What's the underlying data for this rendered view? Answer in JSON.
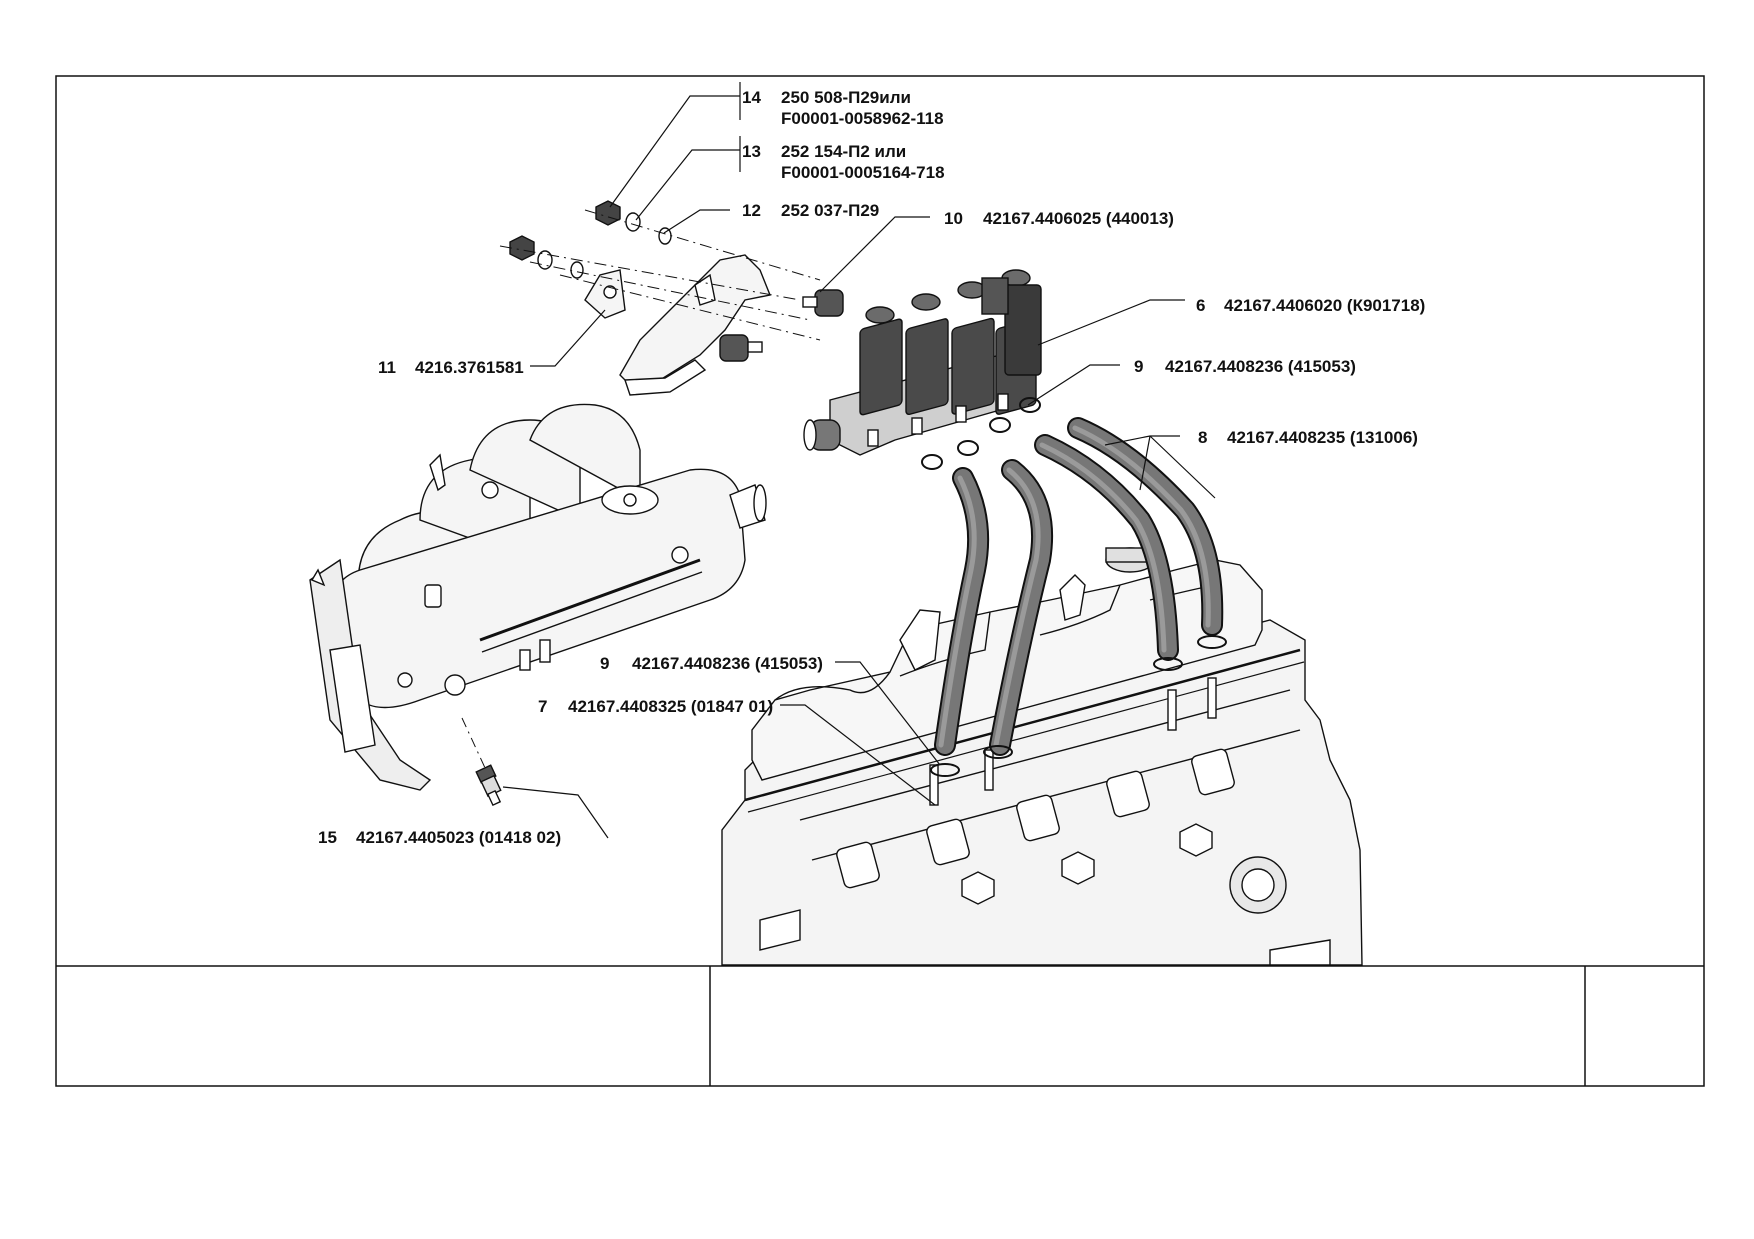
{
  "callouts": [
    {
      "num": "14",
      "part": "250 508-П29или",
      "part2": "F00001-0058962-118"
    },
    {
      "num": "13",
      "part": "252 154-П2 или",
      "part2": "F00001-0005164-718"
    },
    {
      "num": "12",
      "part": "252 037-П29"
    },
    {
      "num": "10",
      "part": "42167.4406025 (440013)"
    },
    {
      "num": "6",
      "part": "42167.4406020 (К901718)"
    },
    {
      "num": "9",
      "part": "42167.4408236 (415053)"
    },
    {
      "num": "8",
      "part": "42167.4408235 (131006)"
    },
    {
      "num": "11",
      "part": "4216.3761581"
    },
    {
      "num": "9",
      "part": "42167.4408236 (415053)"
    },
    {
      "num": "7",
      "part": "42167.4408325 (01847 01)"
    },
    {
      "num": "15",
      "part": "42167.4405023 (01418 02)"
    }
  ],
  "colors": {
    "line": "#111111",
    "part_fill": "#f2f2f2",
    "dark_part": "#3a3a3a",
    "hose": "#6a6a6a",
    "background": "#ffffff"
  },
  "title_block": {
    "left_cell": "",
    "middle_cell": "",
    "right_cell": ""
  }
}
